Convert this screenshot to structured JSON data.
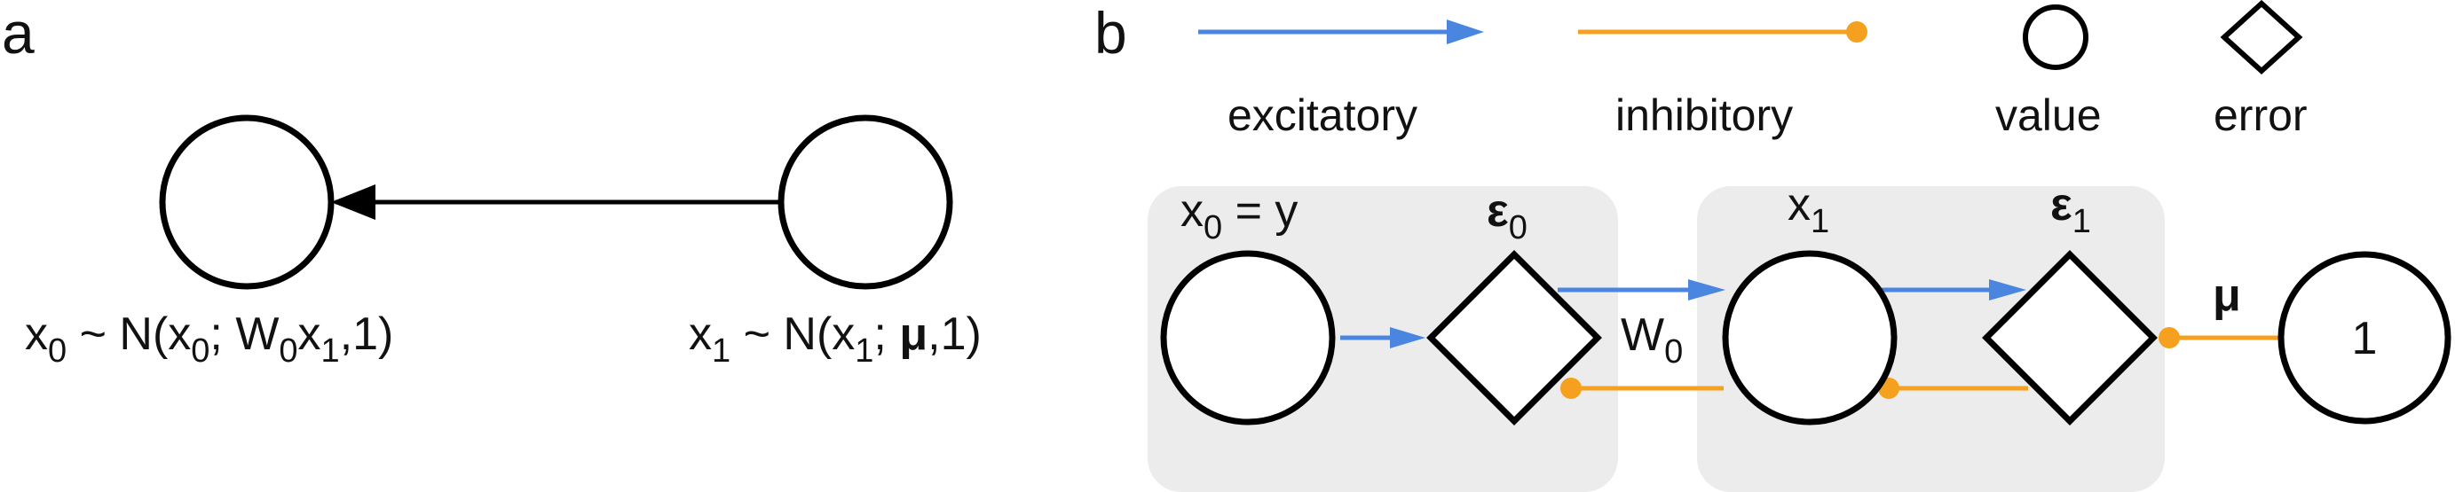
{
  "colors": {
    "excitatory": "#4a86e0",
    "inhibitory": "#f5a01e",
    "group_box": "#ececec",
    "stroke": "#000000"
  },
  "panel_a": {
    "letter": "a",
    "x0_dist": {
      "x": "x",
      "x_sub": "0",
      "mid": " ~ N(x",
      "mid_sub": "0",
      "w": "; W",
      "w_sub": "0",
      "x1": "x",
      "x1_sub": "1",
      "tail": ",1)"
    },
    "x1_dist": {
      "x": "x",
      "x_sub": "1",
      "mid": " ~ N(x",
      "mid_sub": "1",
      "sep": "; ",
      "mu": "μ",
      "tail": ",1)"
    }
  },
  "panel_b": {
    "letter": "b",
    "legend": {
      "excitatory": "excitatory",
      "inhibitory": "inhibitory",
      "value": "value",
      "error": "error"
    },
    "x0": {
      "base": "x",
      "sub": "0",
      "rest": " = y"
    },
    "eps0": {
      "base": "ε",
      "sub": "0"
    },
    "w0": {
      "base": "W",
      "sub": "0"
    },
    "x1": {
      "base": "x",
      "sub": "1"
    },
    "eps1": {
      "base": "ε",
      "sub": "1"
    },
    "mu": "μ",
    "prior_value": "1"
  }
}
